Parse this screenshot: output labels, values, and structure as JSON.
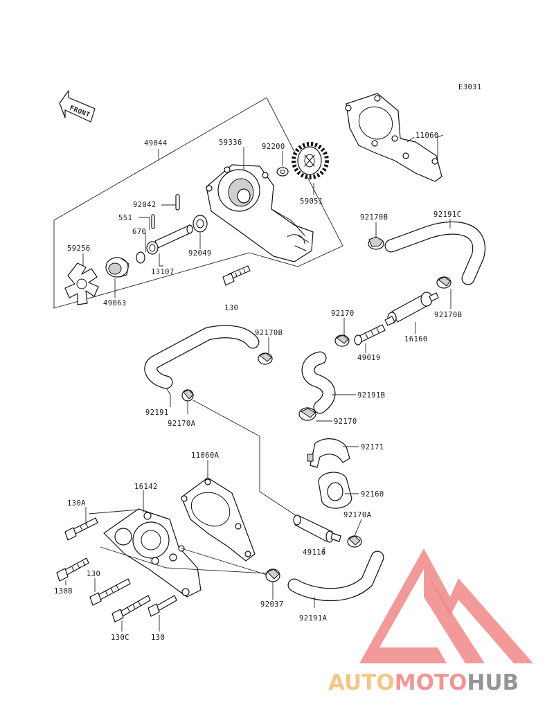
{
  "diagram_code": "E3031",
  "front_label": "FRONT",
  "watermark": {
    "part1": "AUTO",
    "part2": "MOTO",
    "part3": "HUB",
    "color_auto": "#f4c27a",
    "color_moto": "#ef8b8b",
    "color_hub": "#8a8a8a",
    "triangle_color": "#ef7b7b"
  },
  "parts": {
    "p49044": "49044",
    "p59336": "59336",
    "p92200": "92200",
    "p59051": "59051",
    "p11060": "11060",
    "p92042": "92042",
    "p551": "551",
    "p670": "670",
    "p92049": "92049",
    "p13107": "13107",
    "p59256": "59256",
    "p49063": "49063",
    "p130_top": "130",
    "p92170B_a": "92170B",
    "p92191C": "92191C",
    "p92170B_b": "92170B",
    "p16160": "16160",
    "p92170_a": "92170",
    "p49019": "49019",
    "p92170B_c": "92170B",
    "p92191": "92191",
    "p92170A_a": "92170A",
    "p92191B": "92191B",
    "p92170_b": "92170",
    "p92171": "92171",
    "p92160": "92160",
    "p11060A": "11060A",
    "p16142": "16142",
    "p130A": "130A",
    "p92170A_b": "92170A",
    "p49116": "49116",
    "p130_mid": "130",
    "p130B": "130B",
    "p92037": "92037",
    "p92191A": "92191A",
    "p130C": "130C",
    "p130_bot": "130"
  }
}
